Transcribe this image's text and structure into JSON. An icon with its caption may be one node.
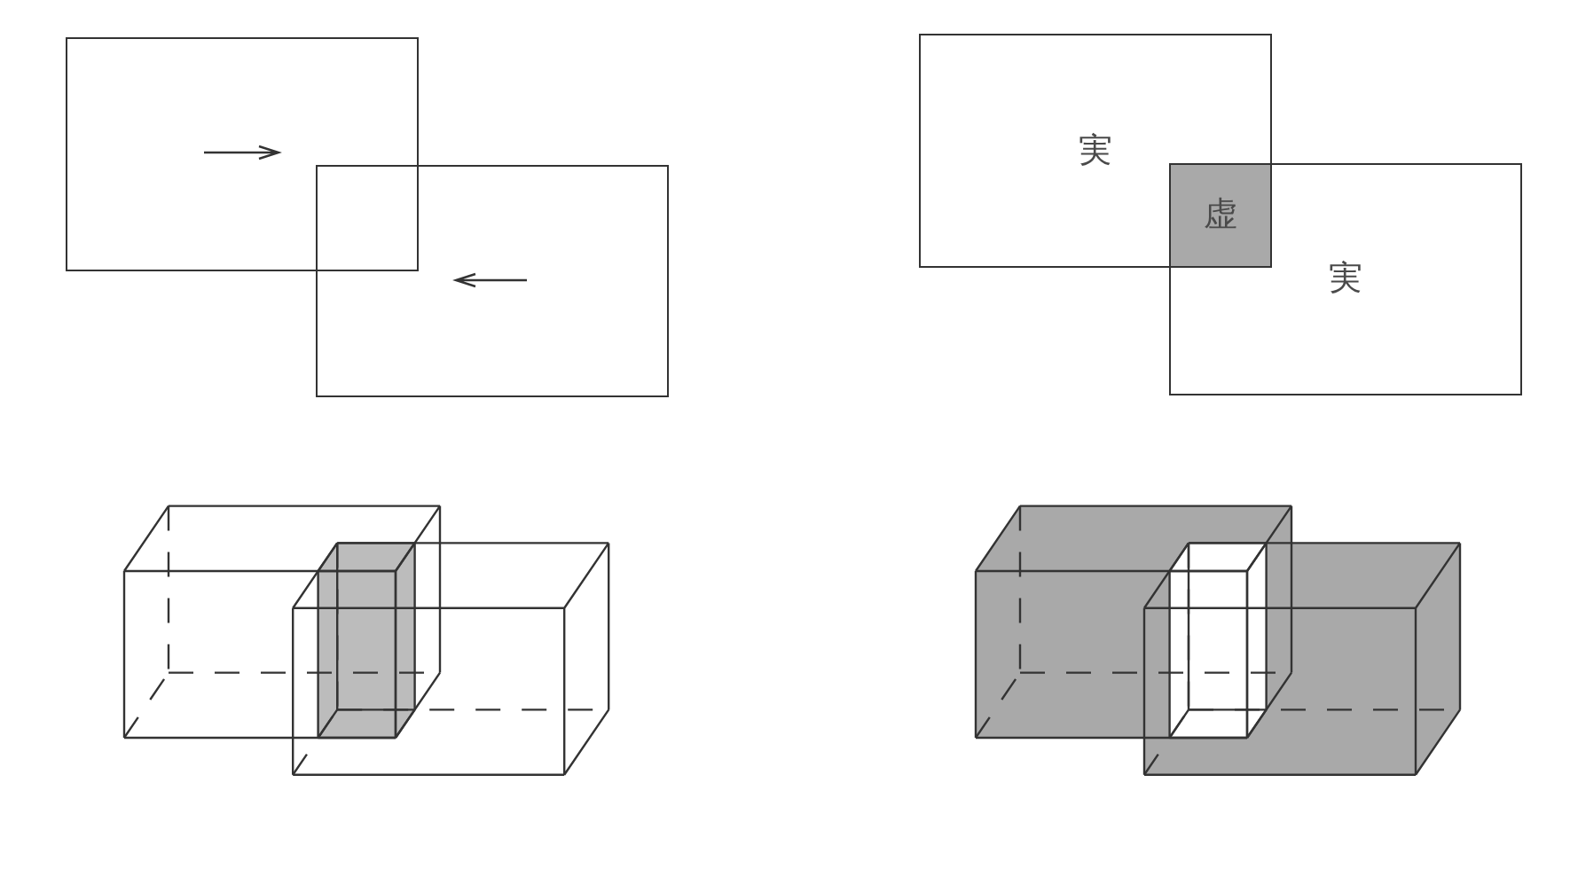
{
  "diagram": {
    "nodes": [
      {
        "text": [],
        "shape": "box"
      },
      {
        "text": [],
        "shape": "box"
      },
      {
        "text": [
          "実"
        ]
      },
      {
        "text": [
          "虚"
        ]
      },
      {
        "text": [
          "実"
        ]
      }
    ]
  }
}
